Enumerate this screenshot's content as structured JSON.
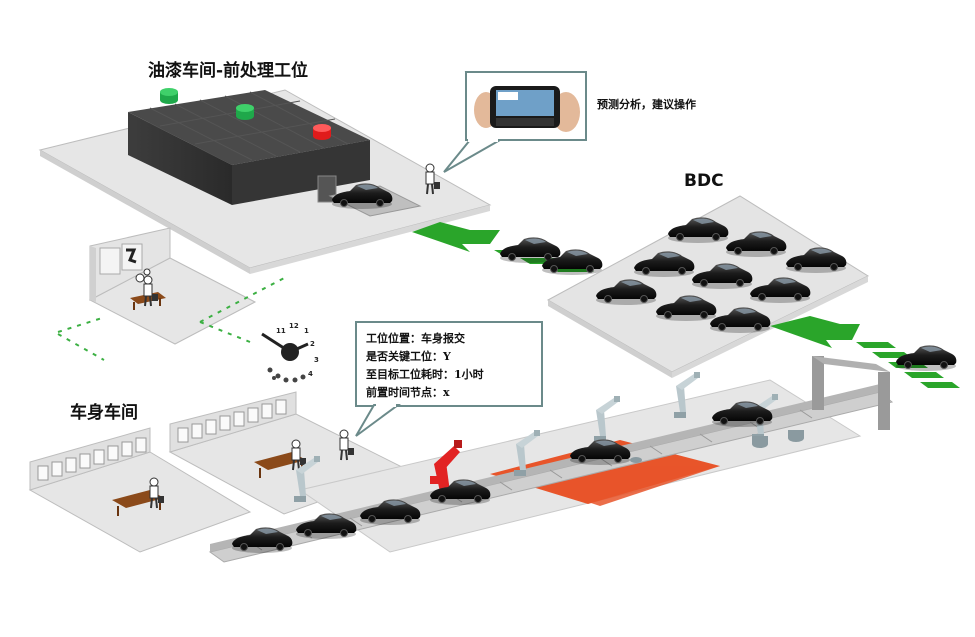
{
  "labels": {
    "paint_shop": "油漆车间-前处理工位",
    "bdc": "BDC",
    "body_shop": "车身车间",
    "phone_caption": "预测分析，建议操作"
  },
  "info_box": {
    "lines": [
      "工位位置：车身报交",
      "是否关键工位：Y",
      "至目标工位耗时：1小时",
      "前置时间节点：x"
    ]
  },
  "clock_numbers": [
    "11",
    "12",
    "1",
    "2",
    "3",
    "4"
  ],
  "lamps": [
    {
      "state": "green",
      "color": "#1fa84a"
    },
    {
      "state": "green",
      "color": "#1fa84a"
    },
    {
      "state": "red",
      "color": "#e01b1b"
    }
  ],
  "colors": {
    "floor": "#e4e4e4",
    "floor_edge": "#bdbdbd",
    "arrow_green": "#2aa52a",
    "robot_gray": "#b9c7cc",
    "robot_red": "#e22323",
    "zone_orange": "#e8552a",
    "car_dark": "#1c1c1c",
    "callout_border": "#6b8a8a"
  },
  "icons": {
    "phone": "smartphone-in-hands-icon",
    "worker": "worker-figure-icon",
    "clock": "analog-clock-icon",
    "car": "car-icon",
    "robot": "industrial-robot-arm-icon"
  }
}
